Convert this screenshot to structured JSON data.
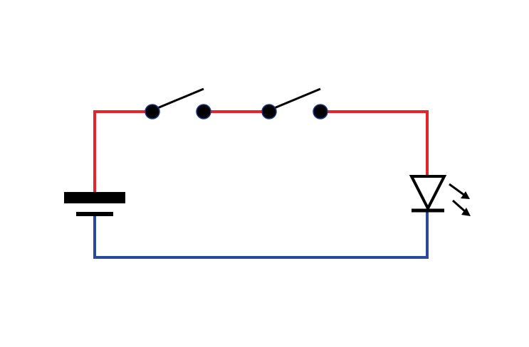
{
  "diagram": {
    "type": "circuit-schematic",
    "components": [
      {
        "kind": "battery",
        "name": "battery"
      },
      {
        "kind": "switch",
        "state": "open",
        "name": "switch-1"
      },
      {
        "kind": "switch",
        "state": "open",
        "name": "switch-2"
      },
      {
        "kind": "led",
        "name": "led"
      }
    ],
    "connection": "series",
    "colors": {
      "positive_wire": "#e8232a",
      "negative_wire": "#2a4aa0",
      "component": "#000000",
      "terminal_edge": "#1a3a8a",
      "background": "#ffffff"
    }
  }
}
